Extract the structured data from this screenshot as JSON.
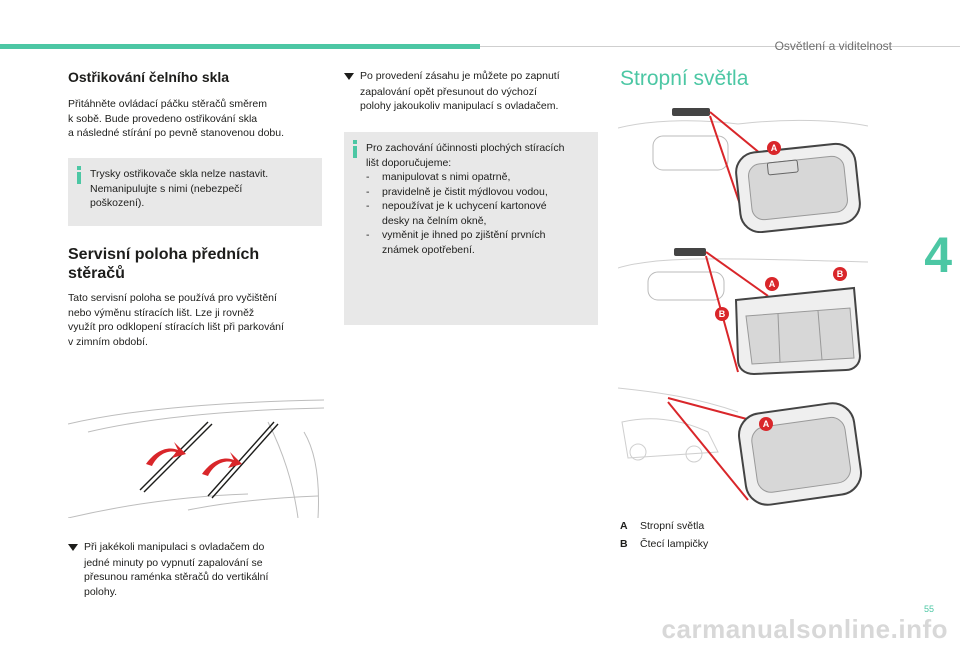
{
  "header": {
    "section": "Osvětlení a viditelnost",
    "chapter": "4",
    "page": "55"
  },
  "washing": {
    "heading": "Ostřikování čelního skla",
    "text1": "Přitáhněte ovládací páčku stěračů směrem",
    "text2": "k sobě. Bude provedeno ostřikování skla",
    "text3": "a následné stírání po pevně stanovenou dobu.",
    "info1": "Trysky ostřikovače skla nelze nastavit.",
    "info2": "Nemanipulujte s nimi (nebezpečí",
    "info3": "poškození)."
  },
  "service": {
    "heading1": "Servisní poloha předních",
    "heading2": "stěračů",
    "text1": "Tato servisní poloha se používá pro vyčištění",
    "text2": "nebo výměnu stíracích lišt. Lze ji rovněž",
    "text3": "využít pro odklopení stíracích lišt při parkování",
    "text4": "v zimním období.",
    "note1": "Při jakékoli manipulaci s ovladačem do",
    "note2": "jedné minuty po vypnutí zapalování se",
    "note3": "přesunou raménka stěračů do vertikální",
    "note4": "polohy."
  },
  "middle": {
    "note1": "Po provedení zásahu je můžete po zapnutí",
    "note2": "zapalování opět přesunout do výchozí",
    "note3": "polohy jakoukoliv manipulací s ovladačem.",
    "info_intro1": "Pro zachování účinnosti plochých stíracích",
    "info_intro2": "lišt doporučujeme:",
    "items": [
      {
        "l1": "manipulovat s nimi opatrně,",
        "l2": ""
      },
      {
        "l1": "pravidelně je čistit mýdlovou vodou,",
        "l2": ""
      },
      {
        "l1": "nepoužívat je k uchycení kartonové",
        "l2": "desky na čelním okně,"
      },
      {
        "l1": "vyměnit je ihned po zjištění prvních",
        "l2": "známek opotřebení."
      }
    ],
    "dash": "-"
  },
  "lights": {
    "heading": "Stropní světla",
    "labelA": "A",
    "labelB": "B",
    "legend": [
      {
        "key": "A",
        "text": "Stropní světla"
      },
      {
        "key": "B",
        "text": "Čtecí lampičky"
      }
    ]
  },
  "watermark": "carmanualsonline.info",
  "colors": {
    "accent": "#4cc7a4",
    "marker": "#d9262a",
    "box": "#e8e8e8"
  }
}
